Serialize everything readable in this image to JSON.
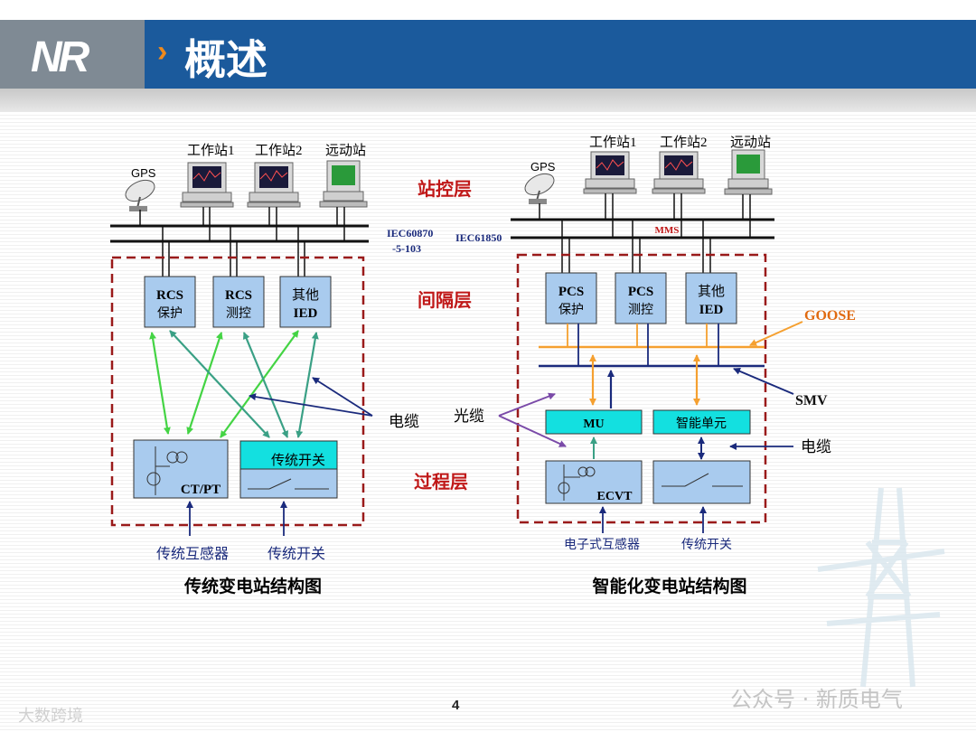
{
  "header": {
    "logo": "NR",
    "title": "概述"
  },
  "layers": {
    "station": "站控层",
    "bay": "间隔层",
    "process": "过程层"
  },
  "left": {
    "gps": "GPS",
    "ws1": "工作站1",
    "ws2": "工作站2",
    "remote": "远动站",
    "protocol_line1": "IEC60870",
    "protocol_line2": "-5-103",
    "rcs_prot": [
      "RCS",
      "保护"
    ],
    "rcs_meas": [
      "RCS",
      "测控"
    ],
    "other_ied": [
      "其他",
      "IED"
    ],
    "ctpt": "CT/PT",
    "switch": "传统开关",
    "cable": "电缆",
    "transformer_label": "传统互感器",
    "switch_label": "传统开关",
    "caption": "传统变电站结构图"
  },
  "right": {
    "gps": "GPS",
    "ws1": "工作站1",
    "ws2": "工作站2",
    "remote": "远动站",
    "protocol": "IEC61850",
    "mms": "MMS",
    "pcs_prot": [
      "PCS",
      "保护"
    ],
    "pcs_meas": [
      "PCS",
      "测控"
    ],
    "other_ied": [
      "其他",
      "IED"
    ],
    "goose": "GOOSE",
    "smv": "SMV",
    "fiber": "光缆",
    "mu": "MU",
    "smart_unit": "智能单元",
    "cable": "电缆",
    "ecvt": "ECVT",
    "etrans_label": "电子式互感器",
    "switch_label": "传统开关",
    "caption": "智能化变电站结构图"
  },
  "page_number": "4",
  "watermarks": {
    "left": "大数跨境",
    "right": "公众号 · 新质电气"
  },
  "colors": {
    "header": "#1b5a9c",
    "box": "#a9cbee",
    "cyan": "#13e0e0",
    "goose": "#f5a030",
    "dashed": "#9a1a1a",
    "green": "#44d444",
    "teal": "#3aa085",
    "navy": "#1a2a7c",
    "layer_red": "#c01818"
  }
}
